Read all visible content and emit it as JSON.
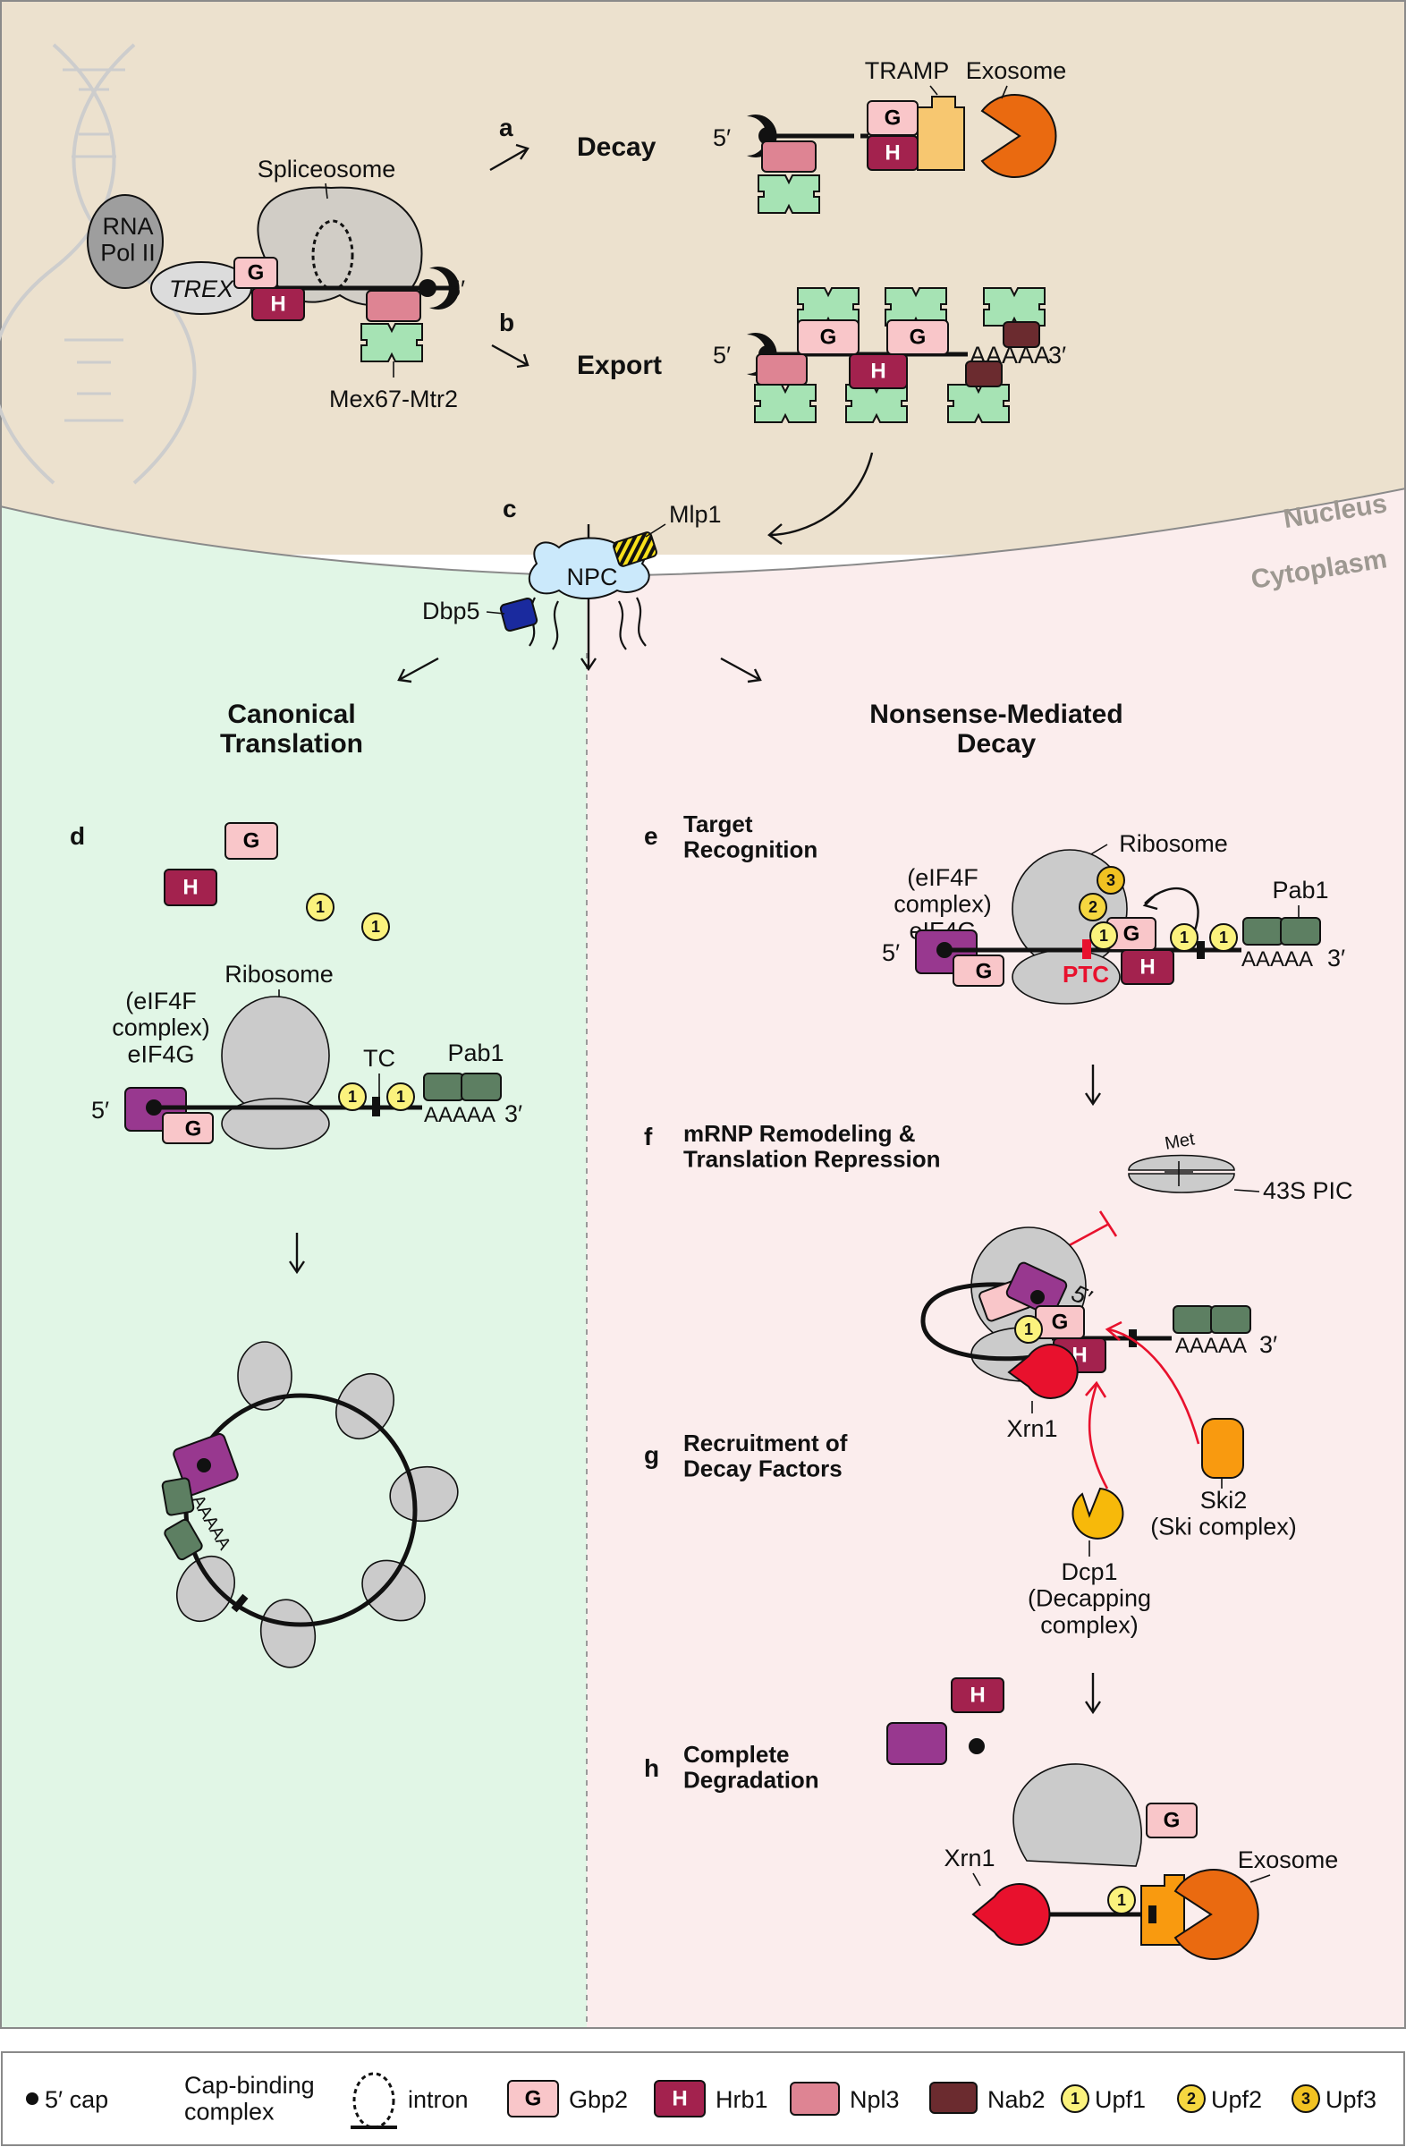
{
  "regions": {
    "nucleus": "Nucleus",
    "cytoplasm": "Cytoplasm"
  },
  "nucleus": {
    "rna_pol": "RNA\nPol II",
    "trex": "TREX",
    "spliceosome": "Spliceosome",
    "five_prime": "5′",
    "mex": "Mex67-Mtr2",
    "a_letter": "a",
    "a_title": "Decay",
    "b_letter": "b",
    "b_title": "Export",
    "tramp": "TRAMP",
    "exosome": "Exosome",
    "polya": "AAAAA",
    "three_prime": "3′"
  },
  "npc": {
    "c_letter": "c",
    "npc": "NPC",
    "mlp1": "Mlp1",
    "dbp5": "Dbp5"
  },
  "canonical": {
    "title": "Canonical\nTranslation",
    "d_letter": "d",
    "ribosome": "Ribosome",
    "eif4f": "(eIF4F\ncomplex)\neIF4G",
    "tc": "TC",
    "pab1": "Pab1",
    "five_prime": "5′",
    "three_prime": "3′",
    "polya": "AAAAA"
  },
  "nmd": {
    "title": "Nonsense-Mediated\nDecay",
    "e_letter": "e",
    "e_title": "Target\nRecognition",
    "eif4f": "(eIF4F\ncomplex)\neIF4G",
    "ribosome": "Ribosome",
    "pab1": "Pab1",
    "ptc": "PTC",
    "five_prime": "5′",
    "three_prime": "3′",
    "polya": "AAAAA",
    "f_letter": "f",
    "f_title": "mRNP Remodeling &\nTranslation Repression",
    "met": "Met",
    "pic": "43S PIC",
    "g_letter": "g",
    "g_title": "Recruitment of\nDecay Factors",
    "xrn1": "Xrn1",
    "dcp1": "Dcp1\n(Decapping\ncomplex)",
    "ski2": "Ski2\n(Ski complex)",
    "h_letter": "h",
    "h_title": "Complete\nDegradation",
    "exosome": "Exosome"
  },
  "glyphs": {
    "gbp2": "G",
    "hrb1": "H",
    "upf1": "1",
    "upf2": "2",
    "upf3": "3"
  },
  "legend": {
    "cap": "5′ cap",
    "cbc": "Cap-binding\ncomplex",
    "intron": "intron",
    "gbp2": "Gbp2",
    "hrb1": "Hrb1",
    "npl3": "Npl3",
    "nab2": "Nab2",
    "upf1": "Upf1",
    "upf2": "Upf2",
    "upf3": "Upf3"
  },
  "colors": {
    "nucleus_bg": "#ece1ce",
    "canonical_bg": "#e1f6e6",
    "nmd_bg": "#fbeded",
    "gbp2": "#f9c6c9",
    "hrb1": "#a3224e",
    "npl3": "#de8493",
    "nab2": "#6b2b2f",
    "mex67_mtr2": "#a6e3b4",
    "pab1": "#5d7f62",
    "eif4g": "#98388f",
    "upf1": "#fbf27d",
    "upf2": "#f6d740",
    "upf3": "#f1c222",
    "exosome": "#ea6a10",
    "tramp": "#f7c770",
    "xrn1": "#e8112d",
    "dcp1": "#f7b90a",
    "ski2": "#f99a0f",
    "npc": "#cbe9fb",
    "dbp5": "#1a2a9e",
    "ptc": "#e8112d",
    "ribosome": "#cbcbcb"
  }
}
